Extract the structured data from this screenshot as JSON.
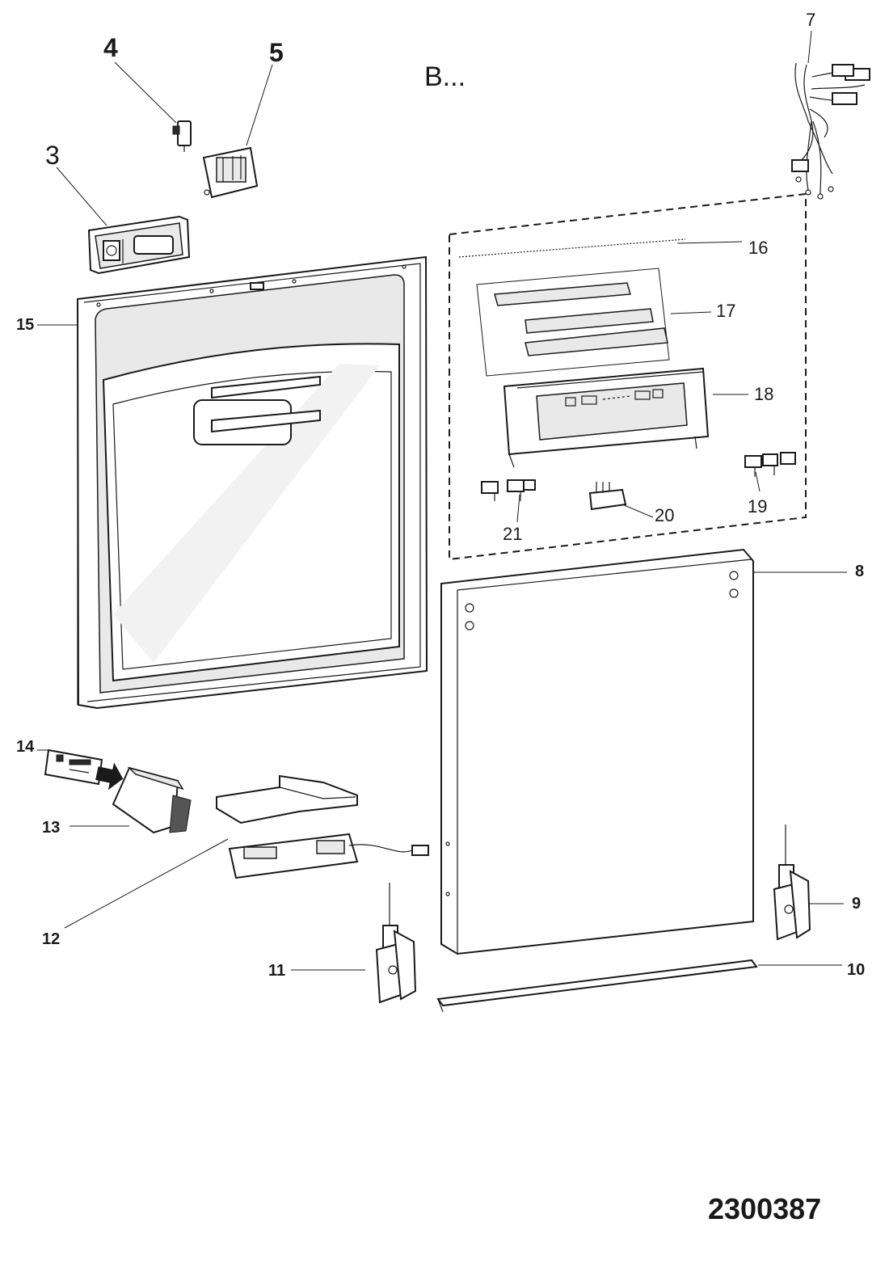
{
  "diagram": {
    "header_code": "B...",
    "drawing_number": "2300387"
  },
  "callouts": [
    {
      "id": "3",
      "text": "3",
      "style": "big"
    },
    {
      "id": "4",
      "text": "4",
      "style": "bigbold"
    },
    {
      "id": "5",
      "text": "5",
      "style": "bigbold"
    },
    {
      "id": "7",
      "text": "7",
      "style": "thin"
    },
    {
      "id": "8",
      "text": "8",
      "style": "bold"
    },
    {
      "id": "9",
      "text": "9",
      "style": "bold"
    },
    {
      "id": "10",
      "text": "10",
      "style": "bold"
    },
    {
      "id": "11",
      "text": "11",
      "style": "bold"
    },
    {
      "id": "12",
      "text": "12",
      "style": "bold"
    },
    {
      "id": "13",
      "text": "13",
      "style": "bold"
    },
    {
      "id": "14",
      "text": "14",
      "style": "bold"
    },
    {
      "id": "15",
      "text": "15",
      "style": "bold"
    },
    {
      "id": "16",
      "text": "16",
      "style": "thin"
    },
    {
      "id": "17",
      "text": "17",
      "style": "thin"
    },
    {
      "id": "18",
      "text": "18",
      "style": "thin"
    },
    {
      "id": "19",
      "text": "19",
      "style": "thin"
    },
    {
      "id": "20",
      "text": "20",
      "style": "thin"
    },
    {
      "id": "21",
      "text": "21",
      "style": "thin"
    }
  ]
}
